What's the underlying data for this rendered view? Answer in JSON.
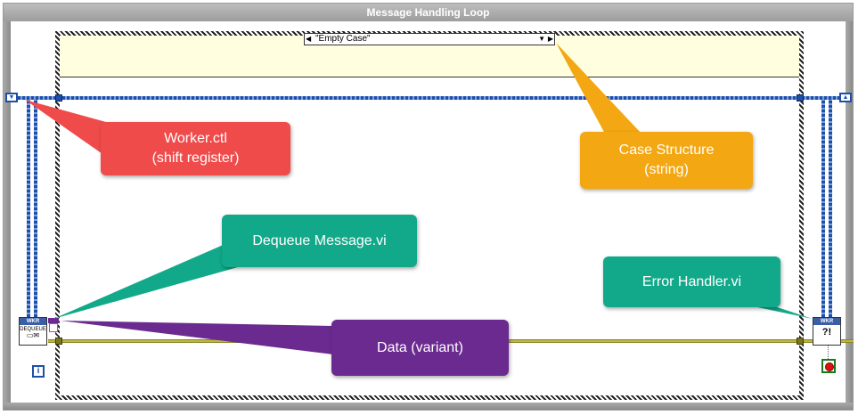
{
  "loop": {
    "title": "Message Handling Loop"
  },
  "case_structure": {
    "selector_value": "\"Empty Case\""
  },
  "iteration_terminal": {
    "label": "i"
  },
  "subvis": {
    "dequeue": {
      "brand": "WKR",
      "caption": "DEQUEUE"
    },
    "error_handler": {
      "brand": "WKR",
      "caption": "?!"
    }
  },
  "callouts": {
    "worker": {
      "text": "Worker.ctl\n(shift register)",
      "color": "#f04b4b"
    },
    "case_structure": {
      "text": "Case Structure\n(string)",
      "color": "#f3a712"
    },
    "dequeue": {
      "text": "Dequeue Message.vi",
      "color": "#12a98a"
    },
    "error_handler": {
      "text": "Error Handler.vi",
      "color": "#12a98a"
    },
    "data": {
      "text": "Data (variant)",
      "color": "#6b2a8f"
    }
  },
  "colors": {
    "wire_blue": "#1e4fa8",
    "wire_yellow": "#d9cf4a",
    "case_header": "#ffffe0"
  }
}
